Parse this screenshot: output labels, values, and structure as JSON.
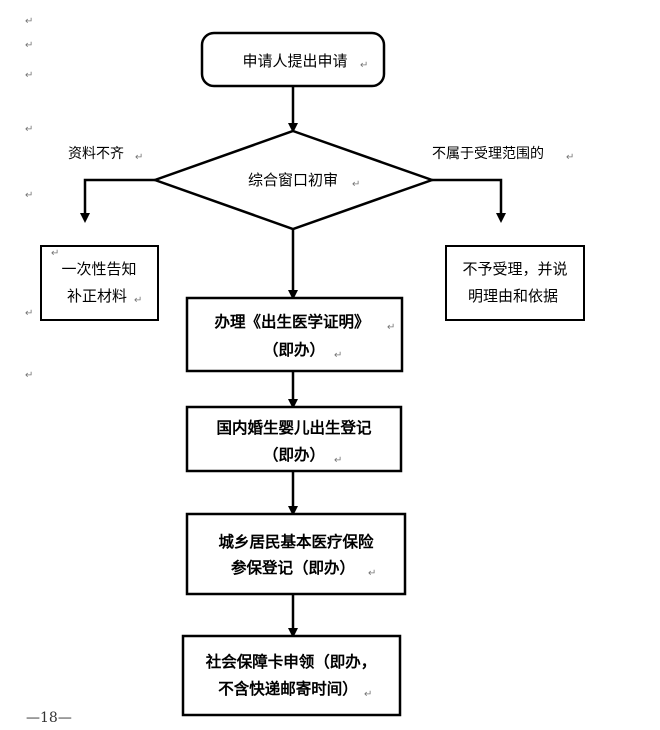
{
  "flow": {
    "start": "申请人提出申请",
    "review": "综合窗口初审",
    "branch_left_label": "资料不齐",
    "branch_right_label": "不属于受理范围的",
    "left_box": [
      "一次性告知",
      "补正材料"
    ],
    "right_box": [
      "不予受理，并说",
      "明理由和依据"
    ],
    "step1": [
      "办理《出生医学证明》",
      "（即办）"
    ],
    "step2": [
      "国内婚生婴儿出生登记",
      "（即办）"
    ],
    "step3": [
      "城乡居民基本医疗保险",
      "参保登记（即办）"
    ],
    "step4": [
      "社会保障卡申领（即办，",
      "不含快递邮寄时间）"
    ]
  },
  "paragraph_mark": "↵",
  "page_number": "—18—"
}
